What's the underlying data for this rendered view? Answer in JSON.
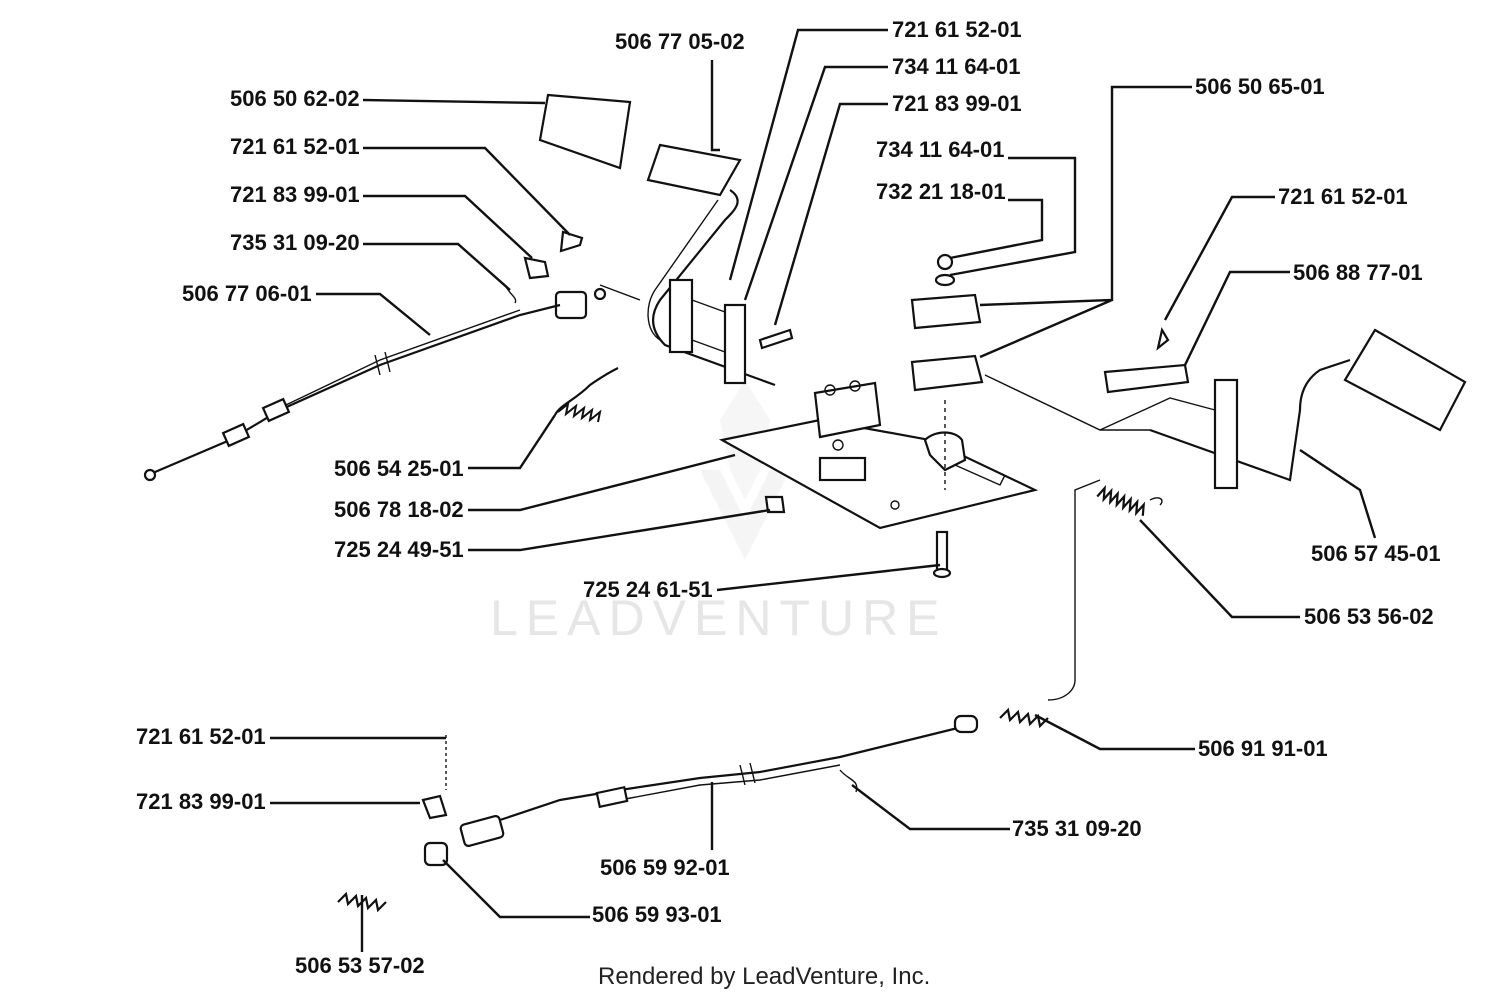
{
  "watermark": "LEADVENTURE",
  "credit": "Rendered by LeadVenture, Inc.",
  "labels": [
    "506 77 05-02",
    "721 61 52-01",
    "734 11 64-01",
    "721 83 99-01",
    "506 50 62-02",
    "721 61 52-01",
    "721 83 99-01",
    "735 31 09-20",
    "506 77 06-01",
    "734 11 64-01",
    "732 21 18-01",
    "506 50 65-01",
    "721 61 52-01",
    "506 88 77-01",
    "506 54 25-01",
    "506 78 18-02",
    "725 24 49-51",
    "725 24 61-51",
    "506 57 45-01",
    "506 53 56-02",
    "721 61 52-01",
    "506 91 91-01",
    "721 83 99-01",
    "735 31 09-20",
    "506 59 92-01",
    "506 59 93-01",
    "506 53 57-02"
  ]
}
